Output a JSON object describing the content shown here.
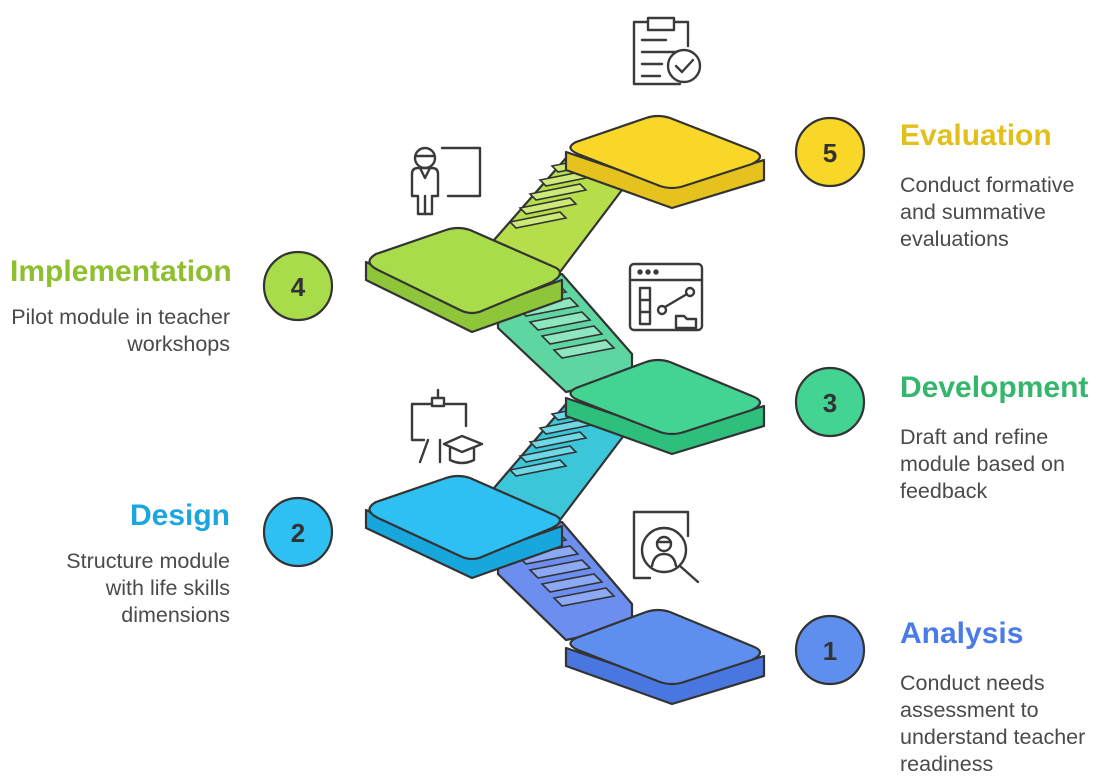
{
  "stages": [
    {
      "number": "5",
      "title": "Evaluation",
      "description": "Conduct formative and summative evaluations",
      "icon": "clipboard-check-icon",
      "color": "#F8D728"
    },
    {
      "number": "4",
      "title": "Implementation",
      "description": "Pilot module in teacher workshops",
      "icon": "presenter-board-icon",
      "color": "#A9DC4B"
    },
    {
      "number": "3",
      "title": "Development",
      "description": "Draft and refine module based on feedback",
      "icon": "app-window-diagram-icon",
      "color": "#43D493"
    },
    {
      "number": "2",
      "title": "Design",
      "description": "Structure module with life skills dimensions",
      "icon": "graduation-whiteboard-icon",
      "color": "#2EC0F2"
    },
    {
      "number": "1",
      "title": "Analysis",
      "description": "Conduct needs assessment to understand teacher readiness",
      "icon": "user-search-icon",
      "color": "#5F8FEE"
    }
  ],
  "title_colors": {
    "evaluation": "#E3BF1B",
    "implementation": "#8DBF2E",
    "development": "#35B66D",
    "design": "#1BA6DF",
    "analysis": "#4A7BE6"
  }
}
